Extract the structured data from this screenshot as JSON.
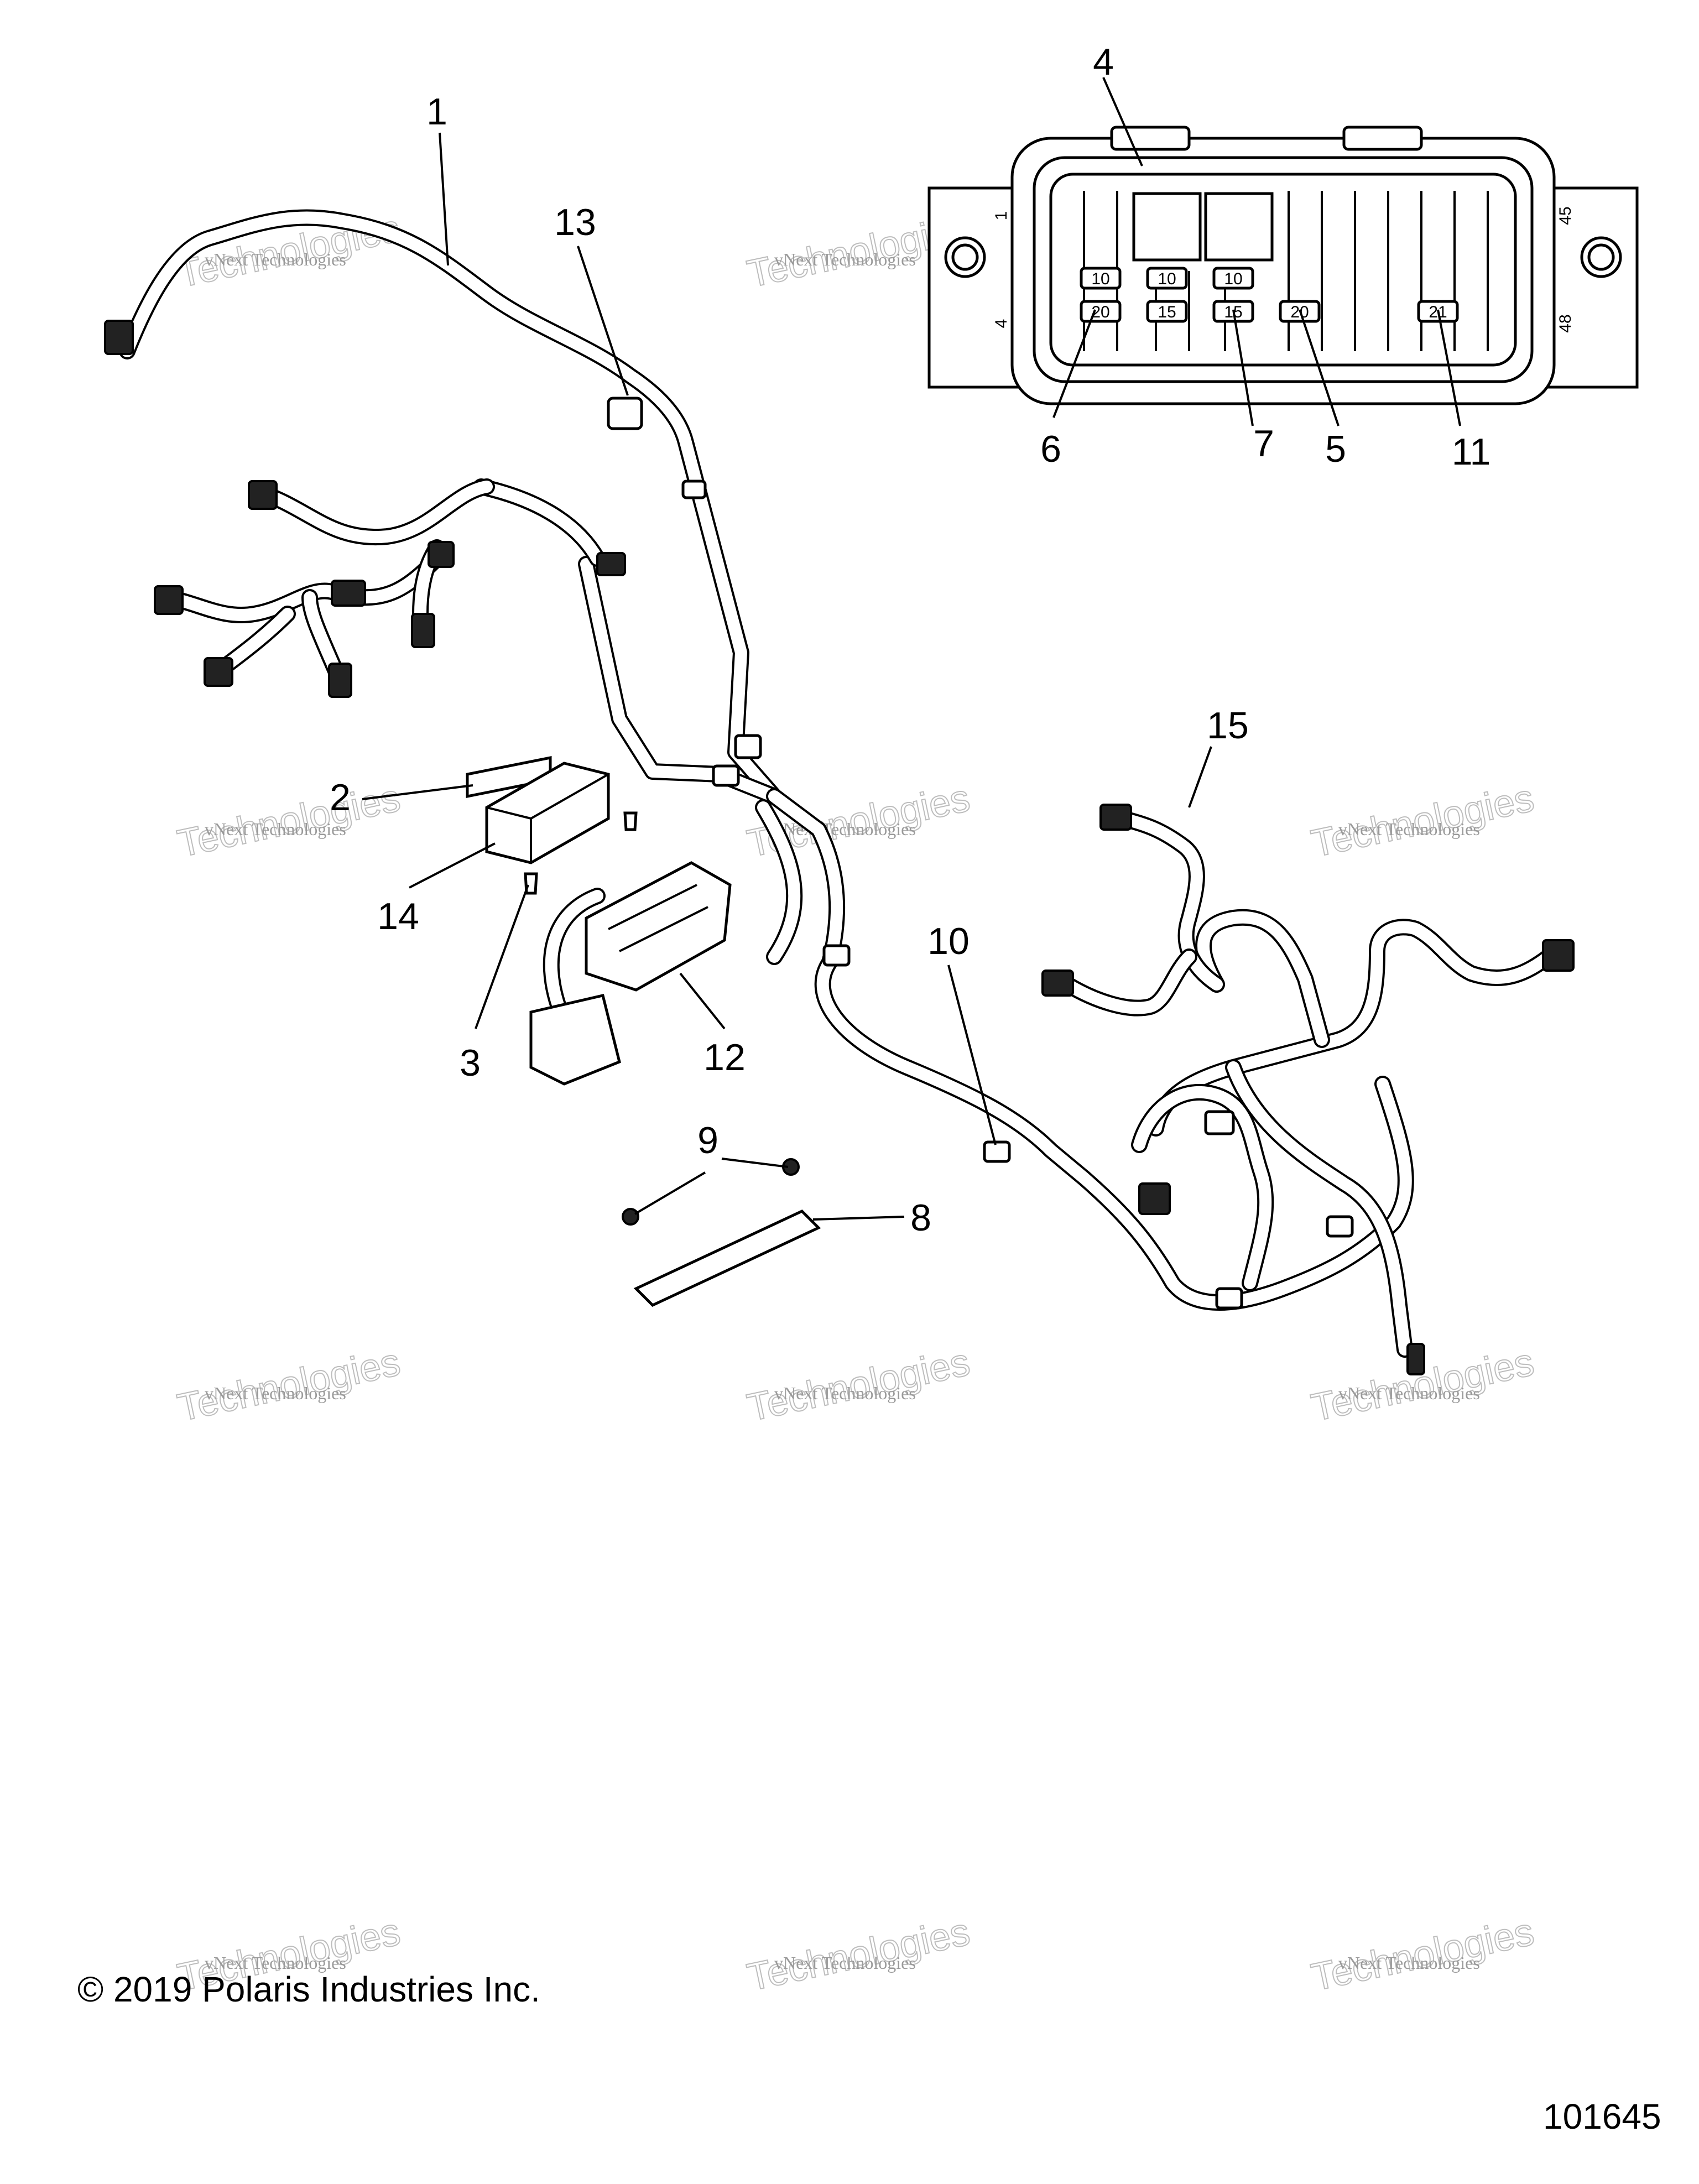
{
  "callouts": [
    {
      "id": "1",
      "label": "1"
    },
    {
      "id": "2",
      "label": "2"
    },
    {
      "id": "3",
      "label": "3"
    },
    {
      "id": "4",
      "label": "4"
    },
    {
      "id": "5",
      "label": "5"
    },
    {
      "id": "6",
      "label": "6"
    },
    {
      "id": "7",
      "label": "7"
    },
    {
      "id": "8",
      "label": "8"
    },
    {
      "id": "9",
      "label": "9"
    },
    {
      "id": "10",
      "label": "10"
    },
    {
      "id": "11",
      "label": "11"
    },
    {
      "id": "12",
      "label": "12"
    },
    {
      "id": "13",
      "label": "13"
    },
    {
      "id": "14",
      "label": "14"
    },
    {
      "id": "15",
      "label": "15"
    }
  ],
  "fuse_box": {
    "corner_labels": {
      "top_left": "1",
      "bottom_left": "4",
      "top_right": "45",
      "bottom_right": "48"
    },
    "top_row_ratings": [
      "10",
      "10",
      "10"
    ],
    "bottom_row_ratings": [
      "20",
      "15",
      "15",
      "20",
      "21"
    ]
  },
  "watermark": {
    "line1": "vNext Technologies",
    "line2": "Technologies",
    "line0": "vNext"
  },
  "footer": {
    "copyright": "© 2019 Polaris Industries Inc.",
    "figure_number": "101645"
  }
}
